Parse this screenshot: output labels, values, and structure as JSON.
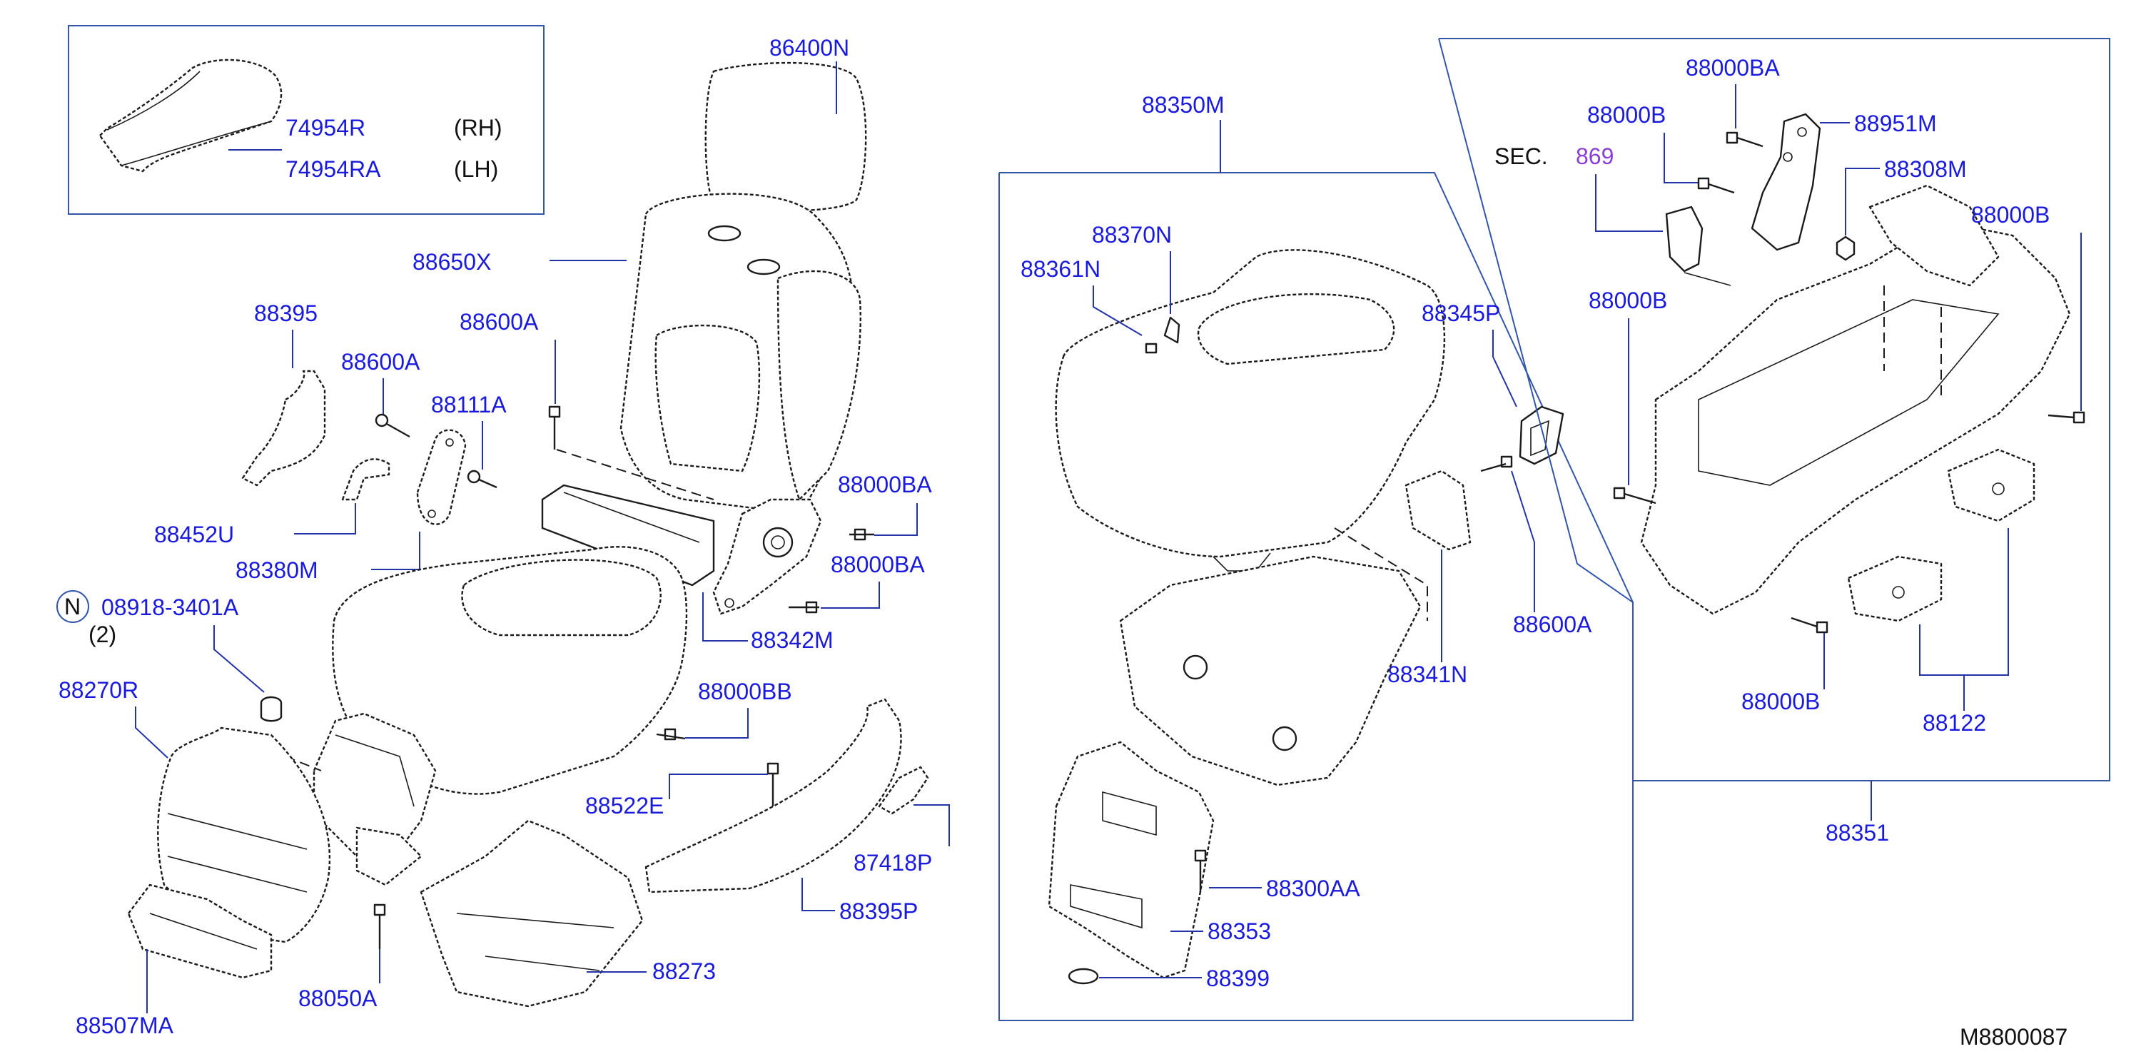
{
  "inset": {
    "part_rh": "74954R",
    "part_lh": "74954RA",
    "side_rh": "(RH)",
    "side_lh": "(LH)"
  },
  "labels": {
    "p86400N": "86400N",
    "p88650X": "88650X",
    "p88395": "88395",
    "p88600A_1": "88600A",
    "p88600A_2": "88600A",
    "p88111A": "88111A",
    "p88452U": "88452U",
    "p88380M": "88380M",
    "p88000BA_1": "88000BA",
    "p88000BA_2": "88000BA",
    "p88342M": "88342M",
    "nut_symbol": "N",
    "p08918": "08918-3401A",
    "qty": "(2)",
    "p88270R": "88270R",
    "p88000BB": "88000BB",
    "p88522E": "88522E",
    "p87418P": "87418P",
    "p88395P": "88395P",
    "p88050A": "88050A",
    "p88273": "88273",
    "p88507MA": "88507MA",
    "p88350M": "88350M",
    "p88370N": "88370N",
    "p88361N": "88361N",
    "p88345P": "88345P",
    "p88600A_3": "88600A",
    "p88341N": "88341N",
    "p88300AA": "88300AA",
    "p88353": "88353",
    "p88399": "88399",
    "p88000BA_3": "88000BA",
    "p88951M": "88951M",
    "p88000B_1": "88000B",
    "sec_label": "SEC.",
    "sec_num": "869",
    "p88308M": "88308M",
    "p88000B_2": "88000B",
    "p88000B_3": "88000B",
    "p88000B_4": "88000B",
    "p88122": "88122",
    "p88351": "88351"
  },
  "diagram_code": "M8800087",
  "colors": {
    "label": "#1a1adc",
    "leader": "#2233aa",
    "section_ref": "#8a3fd6",
    "line_art": "#1b1b1b"
  }
}
